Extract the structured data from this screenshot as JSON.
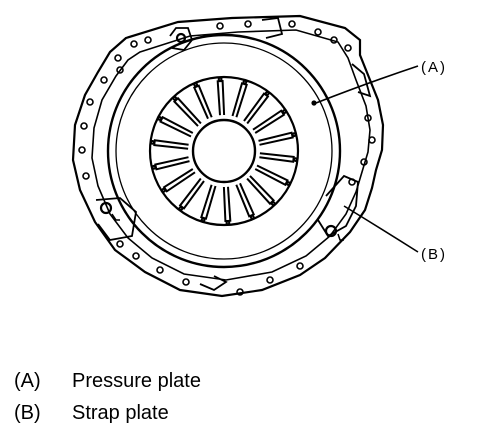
{
  "callouts": {
    "a": "(A)",
    "b": "(B)"
  },
  "legend": [
    {
      "key": "(A)",
      "label": "Pressure plate"
    },
    {
      "key": "(B)",
      "label": "Strap plate"
    }
  ],
  "colors": {
    "line": "#000000",
    "background": "#ffffff"
  },
  "parts": {
    "diaphragm_fingers": 18
  }
}
